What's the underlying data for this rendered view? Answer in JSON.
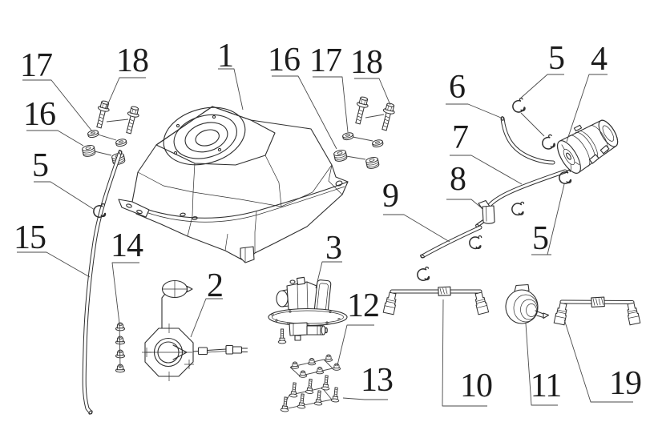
{
  "document": {
    "background_color": "#ffffff",
    "ink_color": "#2f2f2f",
    "leader_color": "#4a4a4a"
  },
  "callouts": [
    {
      "id": "17-upper-left",
      "label": "17"
    },
    {
      "id": "18-upper-left",
      "label": "18"
    },
    {
      "id": "16-upper-left",
      "label": "16"
    },
    {
      "id": "5-upper-left",
      "label": "5"
    },
    {
      "id": "15-left",
      "label": "15"
    },
    {
      "id": "14-lower-left",
      "label": "14"
    },
    {
      "id": "1-fuel-tank",
      "label": "1"
    },
    {
      "id": "16-upper-middle",
      "label": "16"
    },
    {
      "id": "17-upper-middle",
      "label": "17"
    },
    {
      "id": "18-upper-middle",
      "label": "18"
    },
    {
      "id": "6-vent-hose",
      "label": "6"
    },
    {
      "id": "5-upper-right",
      "label": "5"
    },
    {
      "id": "4-fuel-pump",
      "label": "4"
    },
    {
      "id": "7-fuel-line",
      "label": "7"
    },
    {
      "id": "8-valve",
      "label": "8"
    },
    {
      "id": "9-fuel-hose",
      "label": "9"
    },
    {
      "id": "5-lower-right",
      "label": "5"
    },
    {
      "id": "2-fuel-sender",
      "label": "2"
    },
    {
      "id": "3-fuel-valve",
      "label": "3"
    },
    {
      "id": "12-nuts",
      "label": "12"
    },
    {
      "id": "13-bolts",
      "label": "13"
    },
    {
      "id": "10-hose-assy",
      "label": "10"
    },
    {
      "id": "11-check-valve",
      "label": "11"
    },
    {
      "id": "19-hose-assy",
      "label": "19"
    }
  ]
}
